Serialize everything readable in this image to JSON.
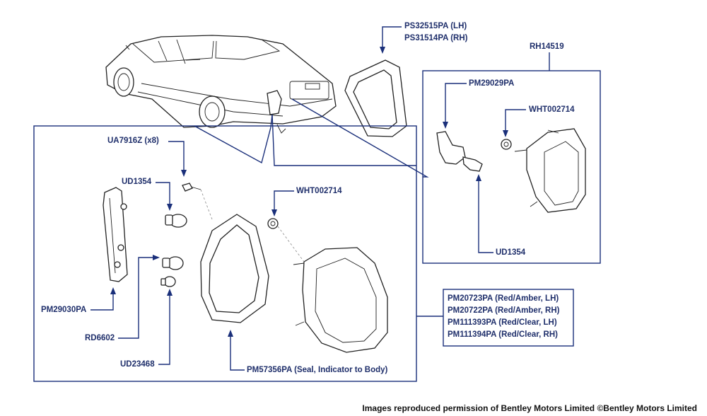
{
  "labels": {
    "seal_lh": "PS32515PA (LH)",
    "seal_rh": "PS31514PA (RH)",
    "lamp_assy": "RH14519",
    "holder_small": "PM29029PA",
    "nut_small": "WHT002714",
    "bulb_small": "UD1354",
    "screw": "UA7916Z (x8)",
    "bulb_left": "UD1354",
    "nut_main": "WHT002714",
    "holder_main": "PM29030PA",
    "bulb_rd": "RD6602",
    "bulb_ud": "UD23468",
    "seal_main": "PM57356PA (Seal, Indicator to Body)",
    "lamp_variants": [
      "PM20723PA (Red/Amber, LH)",
      "PM20722PA (Red/Amber, RH)",
      "PM111393PA (Red/Clear, LH)",
      "PM111394PA (Red/Clear, RH)"
    ]
  },
  "credit": "Images reproduced permission of Bentley Motors Limited ©Bentley Motors Limited",
  "colors": {
    "callout": "#1a2f7a",
    "line_art": "#222222"
  }
}
